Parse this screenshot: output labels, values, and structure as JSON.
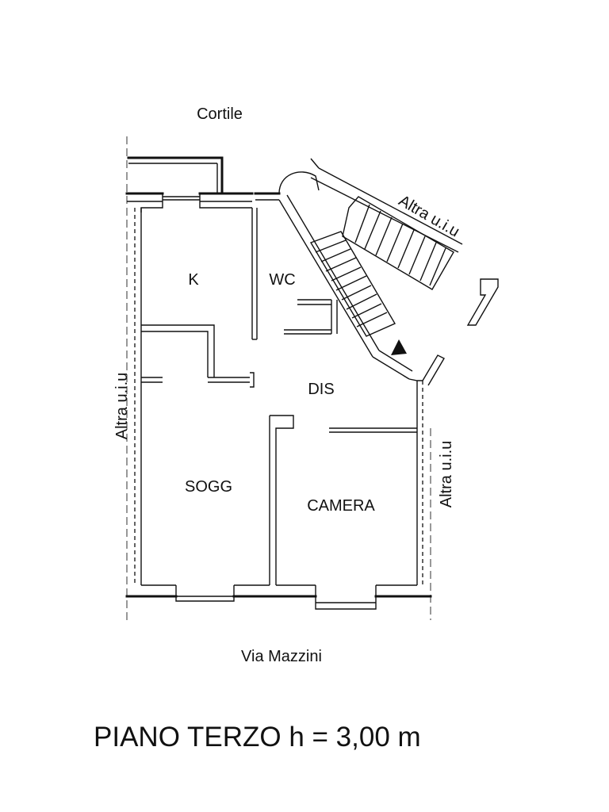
{
  "plan": {
    "title": "PIANO TERZO h = 3,00 m",
    "north_label": "Cortile",
    "south_label": "Via Mazzini",
    "west_label": "Altra u.i.u",
    "east_label": "Altra u.i.u",
    "northeast_label": "Altra u.i.u",
    "rooms": {
      "kitchen": "K",
      "bathroom": "WC",
      "hallway": "DIS",
      "living": "SOGG",
      "bedroom": "CAMERA"
    }
  }
}
